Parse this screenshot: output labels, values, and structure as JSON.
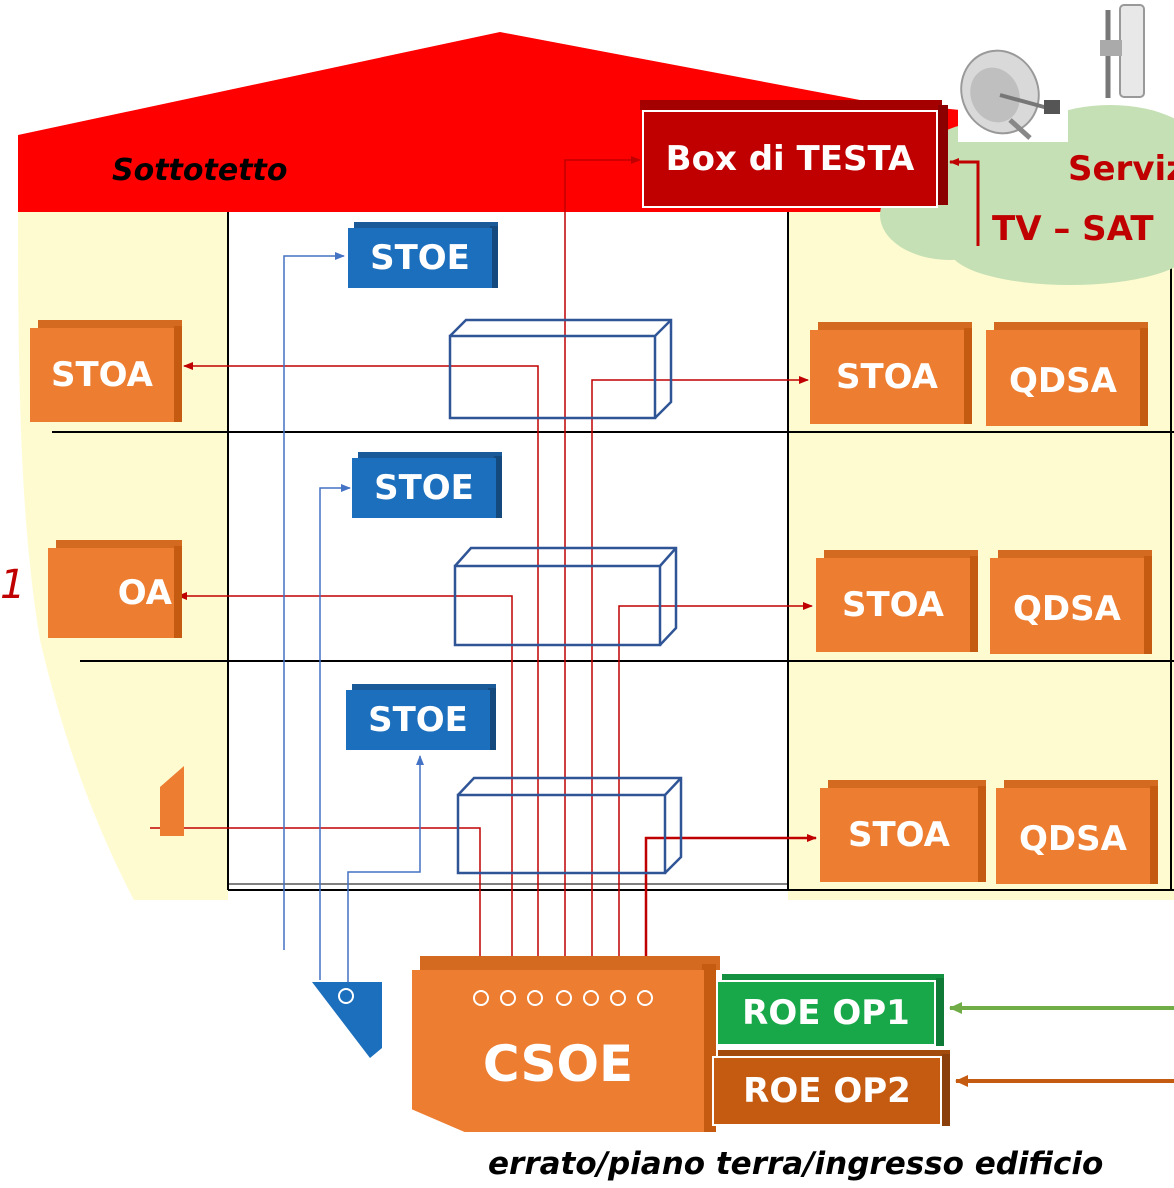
{
  "roof_label": "Sottotetto",
  "head_box": "Box di TESTA",
  "services_cloud": {
    "line1": "Serviz",
    "line2": "TV – SAT"
  },
  "floor_left_number": "1",
  "floors": [
    {
      "stoe": "STOE",
      "left_stoa": "STOA",
      "right_stoa": "STOA",
      "qdsa": "QDSA"
    },
    {
      "stoe": "STOE",
      "left_stoa": "OA",
      "right_stoa": "STOA",
      "qdsa": "QDSA"
    },
    {
      "stoe": "STOE",
      "left_stoa": "",
      "right_stoa": "STOA",
      "qdsa": "QDSA"
    }
  ],
  "csoe": "CSOE",
  "roe_op1": "ROE OP1",
  "roe_op2": "ROE OP2",
  "bottom_caption": "errato/piano terra/ingresso edificio",
  "colors": {
    "roof_red": "#ff0000",
    "head_box": "#c00000",
    "stoe_blue": "#1c6fbd",
    "orange": "#ed7d31",
    "green": "#18a84a",
    "dark_orange": "#c55a11",
    "cream": "#fffbd0",
    "cloud": "#c5e0b4",
    "blue_line": "#4472c4",
    "red_line": "#c00000"
  },
  "icons": [
    "satellite-dish-icon",
    "panel-antenna-icon"
  ]
}
